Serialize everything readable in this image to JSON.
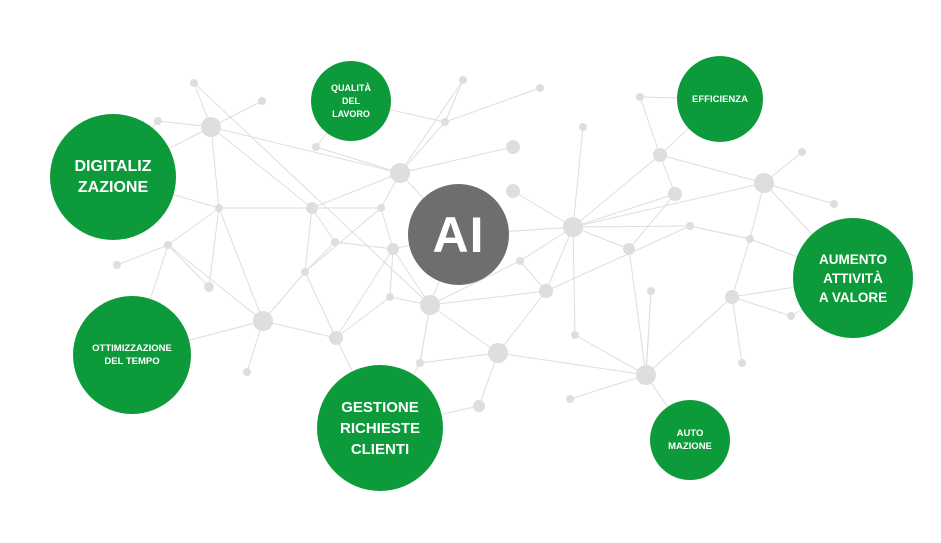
{
  "hub": {
    "label": "AI",
    "color": "#6e6e6e"
  },
  "accent_color": "#0d9a3a",
  "network_color": "#dedede",
  "concepts": [
    {
      "id": "digitalizzazione",
      "label": "DIGITALIZ\nZAZIONE"
    },
    {
      "id": "qualita-del-lavoro",
      "label": "QUALITÀ\nDEL\nLAVORO"
    },
    {
      "id": "efficienza",
      "label": "EFFICIENZA"
    },
    {
      "id": "aumento-attivita",
      "label": "AUMENTO\nATTIVITÀ\nA VALORE"
    },
    {
      "id": "ottimizzazione-tempo",
      "label": "OTTIMIZZAZIONE\nDEL TEMPO"
    },
    {
      "id": "gestione-richieste",
      "label": "GESTIONE\nRICHIESTE\nCLIENTI"
    },
    {
      "id": "automazione",
      "label": "AUTO\nMAZIONE"
    }
  ]
}
